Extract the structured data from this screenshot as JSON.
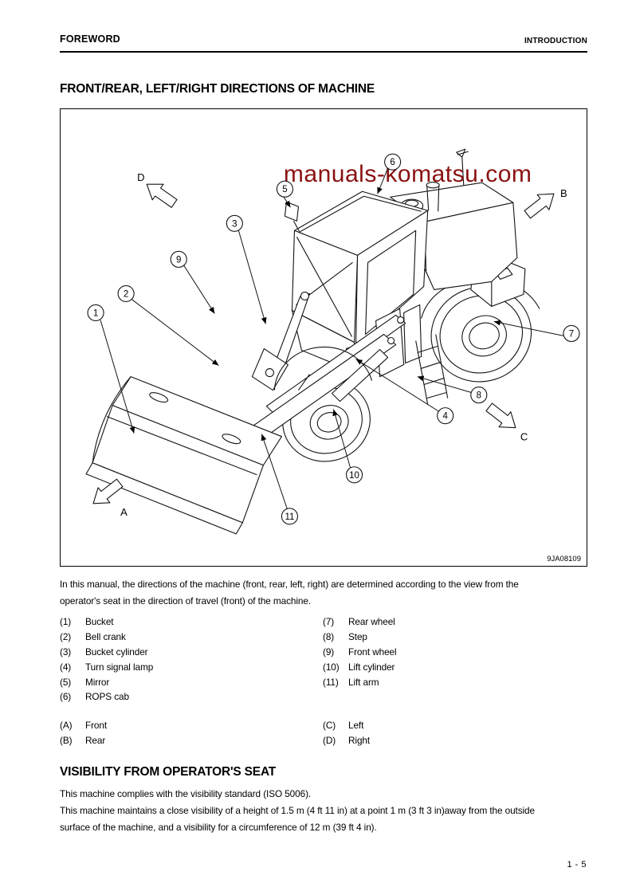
{
  "header": {
    "left": "FOREWORD",
    "right": "INTRODUCTION"
  },
  "directions_section": {
    "title": "FRONT/REAR, LEFT/RIGHT DIRECTIONS OF MACHINE",
    "figure": {
      "watermark": "manuals-komatsu.com",
      "figure_code": "9JA08109",
      "callouts": [
        {
          "n": "1"
        },
        {
          "n": "2"
        },
        {
          "n": "3"
        },
        {
          "n": "4"
        },
        {
          "n": "5"
        },
        {
          "n": "6"
        },
        {
          "n": "7"
        },
        {
          "n": "8"
        },
        {
          "n": "9"
        },
        {
          "n": "10"
        },
        {
          "n": "11"
        }
      ],
      "direction_arrows": [
        {
          "letter": "A"
        },
        {
          "letter": "B"
        },
        {
          "letter": "C"
        },
        {
          "letter": "D"
        }
      ]
    },
    "intro_lines": [
      "In this manual, the directions of the machine (front, rear, left, right) are determined according to the view from the",
      "operator's seat in the direction of travel (front) of the machine."
    ],
    "parts_left": [
      {
        "num": "(1)",
        "label": "Bucket"
      },
      {
        "num": "(2)",
        "label": "Bell crank"
      },
      {
        "num": "(3)",
        "label": "Bucket cylinder"
      },
      {
        "num": "(4)",
        "label": "Turn signal lamp"
      },
      {
        "num": "(5)",
        "label": "Mirror"
      },
      {
        "num": "(6)",
        "label": "ROPS cab"
      }
    ],
    "parts_right": [
      {
        "num": "(7)",
        "label": "Rear wheel"
      },
      {
        "num": "(8)",
        "label": "Step"
      },
      {
        "num": "(9)",
        "label": "Front wheel"
      },
      {
        "num": "(10)",
        "label": "Lift cylinder"
      },
      {
        "num": "(11)",
        "label": "Lift arm"
      }
    ],
    "dir_left": [
      {
        "num": "(A)",
        "label": "Front"
      },
      {
        "num": "(B)",
        "label": "Rear"
      }
    ],
    "dir_right": [
      {
        "num": "(C)",
        "label": "Left"
      },
      {
        "num": "(D)",
        "label": "Right"
      }
    ]
  },
  "visibility_section": {
    "title": "VISIBILITY FROM OPERATOR'S SEAT",
    "lines": [
      "This machine complies with the visibility standard (ISO 5006).",
      "This machine maintains a close visibility of a height of 1.5 m (4 ft 11 in) at a point 1 m (3 ft 3 in)away from the outside",
      "surface of the machine, and a visibility for a circumference of 12 m (39 ft 4 in)."
    ]
  },
  "footer": {
    "page_number": "1 - 5"
  },
  "colors": {
    "watermark_red": "#8a1111",
    "ink": "#000000"
  }
}
